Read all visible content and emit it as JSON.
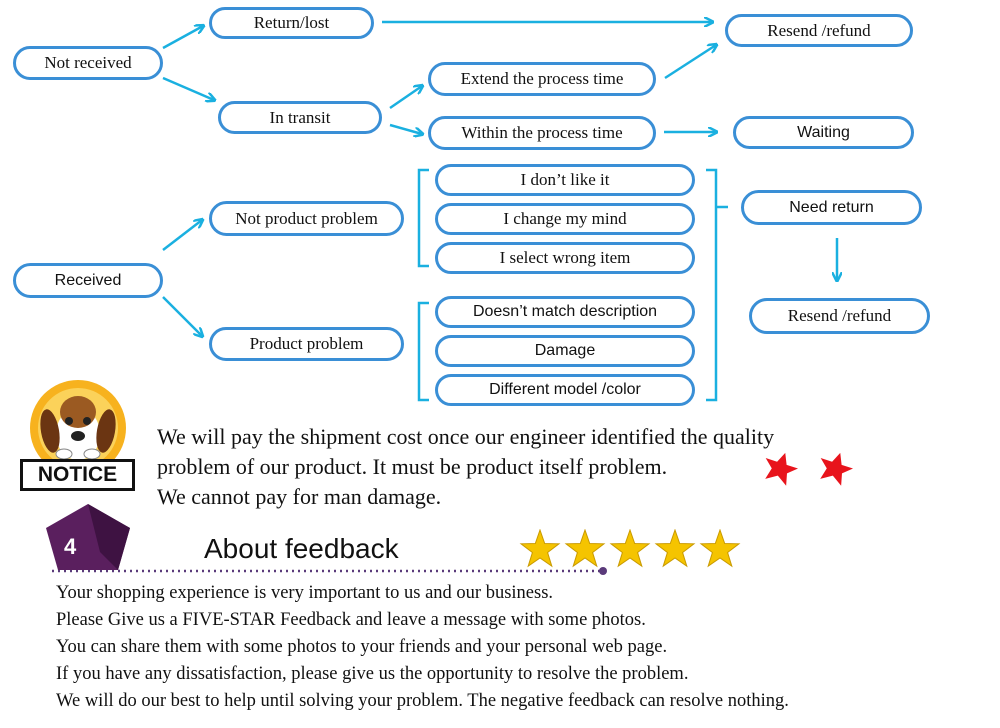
{
  "flow": {
    "not_received": "Not  received",
    "return_lost": "Return/lost",
    "in_transit": "In transit",
    "extend_process_time": "Extend  the process time",
    "within_process_time": "Within  the process time",
    "resend_refund_top": "Resend /refund",
    "waiting": "Waiting",
    "received": "Received",
    "not_product_problem": "Not product problem",
    "product_problem": "Product problem",
    "dont_like": "I don’t like it",
    "change_mind": "I change my mind",
    "wrong_item": "I select  wrong item",
    "not_match": "Doesn’t match description",
    "damage": "Damage",
    "different_model": "Different model /color",
    "need_return": "Need return",
    "resend_refund_bottom": "Resend /refund"
  },
  "notice": {
    "label": "NOTICE",
    "line1": "We will pay the shipment cost once our engineer identified the quality",
    "line2": "problem of our product. It must be product itself problem.",
    "line3": "We cannot pay for man damage."
  },
  "feedback": {
    "number": "4",
    "title": "About feedback",
    "stars": 5,
    "lines": [
      "Your shopping experience is very important to us and our business.",
      "Please Give us a FIVE-STAR  Feedback and leave a message with some photos.",
      "You can share them with some photos to your friends and your personal web page.",
      "If you have any dissatisfaction, please give us the opportunity to resolve the problem.",
      "We will  do our best to help until solving your problem. The negative feedback can resolve nothing."
    ]
  },
  "colors": {
    "node_border": "#3a8fd6",
    "arrow": "#1ab0e0",
    "red_star": "#e8141c",
    "gold_star": "#f5c400",
    "badge": "#5a1f5e"
  }
}
